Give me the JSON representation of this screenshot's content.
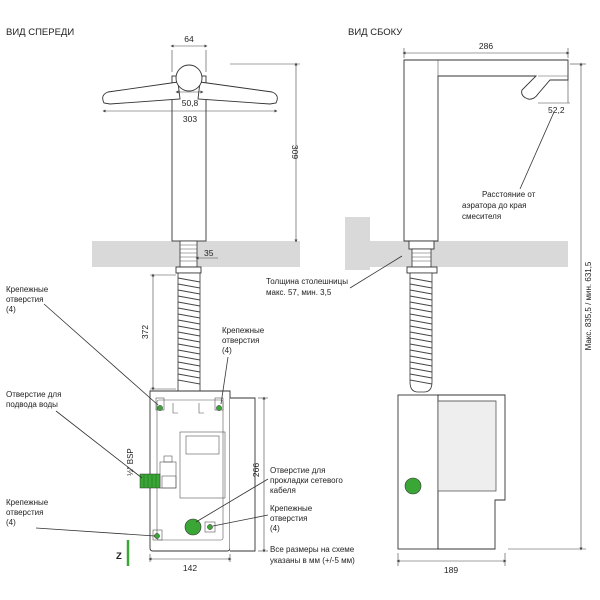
{
  "views": {
    "front_title": "ВИД СПЕРЕДИ",
    "side_title": "ВИД СБОКУ"
  },
  "front": {
    "dim_top": "64",
    "dim_hub": "50,8",
    "dim_width": "303",
    "dim_height": "309",
    "dim_shank": "35",
    "dim_hose": "372",
    "dim_box_h": "266",
    "dim_box_w": "142",
    "thread": "½\" BSP",
    "axis": "Z"
  },
  "side": {
    "dim_reach": "286",
    "dim_aerator": "52,2",
    "dim_depth": "189",
    "dim_total": "Макс. 835,5 / мин. 631,5"
  },
  "labels": {
    "holes_top_left": [
      "Крепежные",
      "отверстия",
      "(4)"
    ],
    "holes_top_right": [
      "Крепежные",
      "отверстия",
      "(4)"
    ],
    "water_inlet": [
      "Отверстие для",
      "подвода воды"
    ],
    "holes_bottom_left": [
      "Крепежные",
      "отверстия",
      "(4)"
    ],
    "cable_hole": [
      "Отверстие для",
      "прокладки сетевого",
      "кабеля"
    ],
    "holes_bottom_right": [
      "Крепежные",
      "отверстия",
      "(4)"
    ],
    "units_note": [
      "Все размеры на схеме",
      "указаны в мм (+/-5 мм)"
    ],
    "countertop": [
      "Толщина столешницы",
      "макс. 57, мин. 3,5"
    ],
    "aerator_note": [
      "Расстояние от",
      "аэратора до края",
      "смесителя"
    ]
  },
  "colors": {
    "green": "#3aa635",
    "counter": "#d9d9d9",
    "line": "#333333"
  }
}
